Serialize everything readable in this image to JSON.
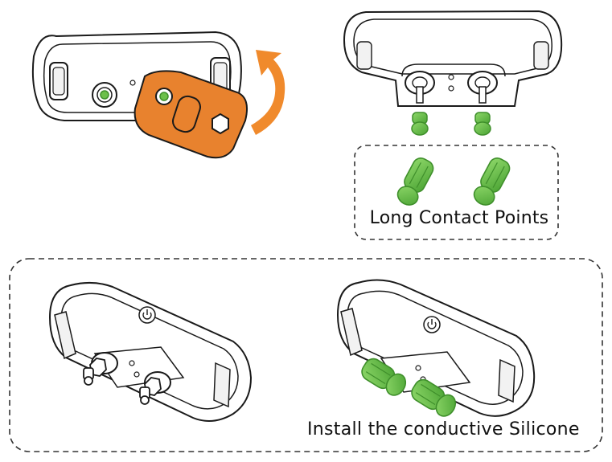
{
  "diagram": {
    "labels": {
      "long_contact_points": "Long Contact Points",
      "install_silicone": "Install the conductive Silicone"
    },
    "colors": {
      "line": "#1a1a1a",
      "plate_orange": "#e8822e",
      "arrow_orange": "#f08a2c",
      "contact_green": "#6cc04a",
      "contact_green_dark": "#3f8f2b",
      "dashed_border": "#333333"
    },
    "icons": [
      "collar-receiver",
      "orange-cover-plate",
      "rotate-arrow",
      "green-contact-point",
      "power-button",
      "dashed-frame"
    ]
  }
}
